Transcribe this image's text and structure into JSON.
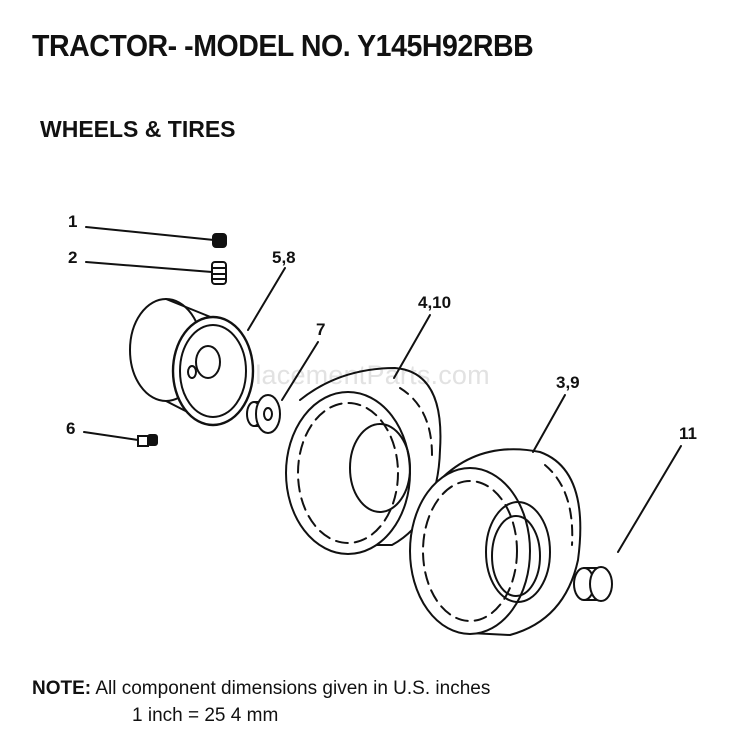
{
  "header": {
    "title": "TRACTOR- -MODEL NO. Y145H92RBB",
    "subtitle": "WHEELS & TIRES"
  },
  "watermark": "eReplacementParts.com",
  "callouts": {
    "c1": "1",
    "c2": "2",
    "c58": "5,8",
    "c7": "7",
    "c410": "4,10",
    "c39": "3,9",
    "c6": "6",
    "c11": "11"
  },
  "note": {
    "label": "NOTE:",
    "line1": "All component dimensions given in U.S. inches",
    "line2": "1 inch = 25 4 mm"
  }
}
